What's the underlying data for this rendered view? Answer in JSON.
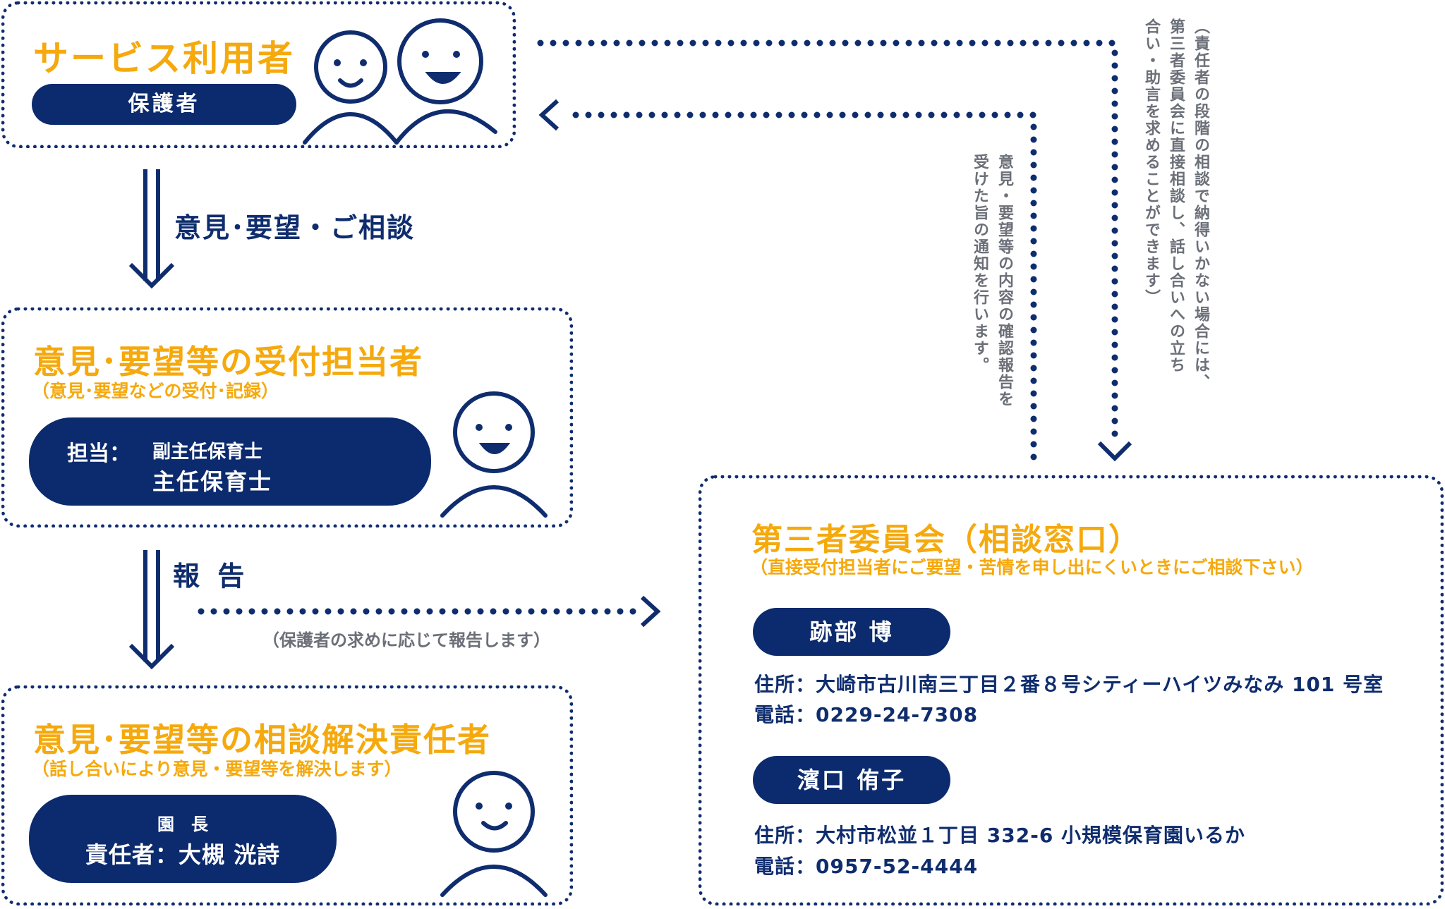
{
  "service_user": {
    "title": "サービス利用者",
    "pill": "保護者"
  },
  "arrow1_label": "意見･要望・ご相談",
  "reception": {
    "title": "意見･要望等の受付担当者",
    "subtitle": "（意見･要望などの受付･記録）",
    "pill_label": "担当：",
    "pill_line1": "副主任保育士",
    "pill_line2": "主任保育士"
  },
  "arrow2_label": "報 告",
  "report_note": "（保護者の求めに応じて報告します）",
  "resolution": {
    "title": "意見･要望等の相談解決責任者",
    "subtitle": "（話し合いにより意見・要望等を解決します）",
    "pill_line1": "園　長",
    "pill_line2": "責任者：大槻 洸詩"
  },
  "committee": {
    "title": "第三者委員会（相談窓口）",
    "subtitle": "（直接受付担当者にご要望・苦情を申し出にくいときにご相談下さい）",
    "members": [
      {
        "name": "跡部 博",
        "address": "住所：大崎市古川南三丁目２番８号シティーハイツみなみ 101 号室",
        "phone": "電話：0229-24-7308"
      },
      {
        "name": "濱口 侑子",
        "address": "住所：大村市松並１丁目 332-6 小規模保育園いるか",
        "phone": "電話：0957-52-4444"
      }
    ]
  },
  "vertical_note_left_col1": "意見・要望等の内容の確認報告を",
  "vertical_note_left_col2": "受けた旨の通知を行います。",
  "vertical_note_right_col1": "（責任者の段階の相談で納得いかない場合には、",
  "vertical_note_right_col2": "第三者委員会に直接相談し、話し合いへの立ち",
  "vertical_note_right_col3": "合い・助言を求めることができます）",
  "colors": {
    "navy": "#0c2b6e",
    "orange": "#f5a90d",
    "gray": "#6b6f78"
  }
}
